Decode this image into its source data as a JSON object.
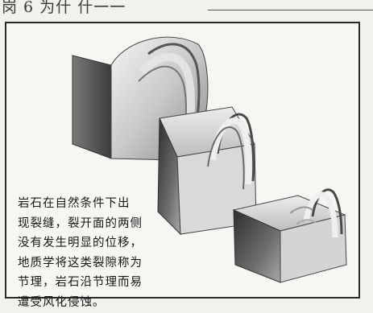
{
  "header": {
    "text": "岗 6 为什 什一一"
  },
  "figure": {
    "caption_lines": [
      "岩石在自然条件下出",
      "现裂缝，裂开面的两侧",
      "没有发生明显的位移，",
      "地质学将这类裂隙称为",
      "节理，岩石沿节理而易",
      "遭受风化侵蚀。"
    ]
  }
}
